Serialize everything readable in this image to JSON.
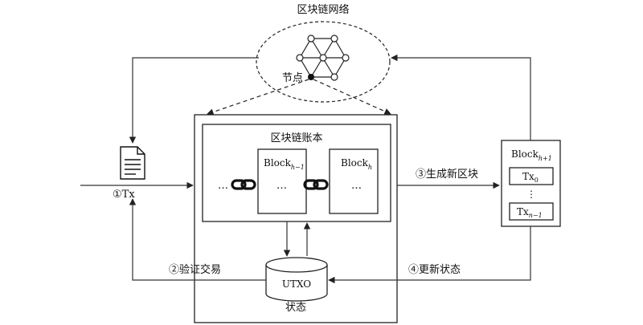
{
  "network": {
    "title": "区块链网络",
    "node_label": "节点"
  },
  "ledger": {
    "title": "区块链账本",
    "ellipsis": "…"
  },
  "blocks": {
    "left": {
      "base": "Block",
      "sub": "h−1"
    },
    "right": {
      "base": "Block",
      "sub": "h"
    }
  },
  "state": {
    "title": "状态",
    "db_label": "UTXO"
  },
  "tx": {
    "label": "①Tx"
  },
  "steps": {
    "verify": "②验证交易",
    "generate": "③生成新区块",
    "update": "④更新状态"
  },
  "new_block": {
    "base": "Block",
    "sub": "h+1",
    "tx_first_base": "Tx",
    "tx_first_sub": "0",
    "vdots": "⋮",
    "tx_last_base": "Tx",
    "tx_last_sub": "n−1"
  }
}
